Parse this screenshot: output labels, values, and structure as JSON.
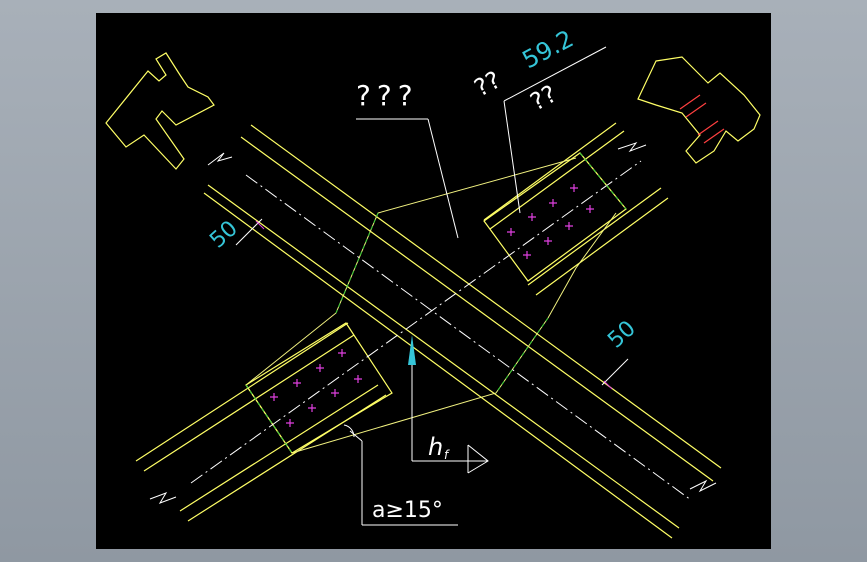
{
  "colors": {
    "outer_bg": "#9aa3ad",
    "canvas_bg": "#000000",
    "member_line": "#ffff66",
    "gusset_line": "#f2f280",
    "centerline": "#ffffff",
    "weld_dashed": "#33cc33",
    "dimension_text": "#35c5d8",
    "bolt_marks": "#e040e0",
    "leader_line": "#ffffff",
    "cut_mark": "#ff4040"
  },
  "labels": {
    "plate_label": "???",
    "top_right_label_a": "??",
    "top_right_label_b": "59.2",
    "top_right_label_c": "??",
    "dim_upper_left": "50",
    "dim_lower_right": "50",
    "weld_symbol": "h",
    "weld_symbol_sub": "f",
    "angle_note": "a≥15°"
  },
  "icons": {
    "weld_symbol_icon": "fillet-weld-triangle",
    "section_icon_left": "h-beam-section",
    "section_icon_right": "h-beam-section"
  }
}
